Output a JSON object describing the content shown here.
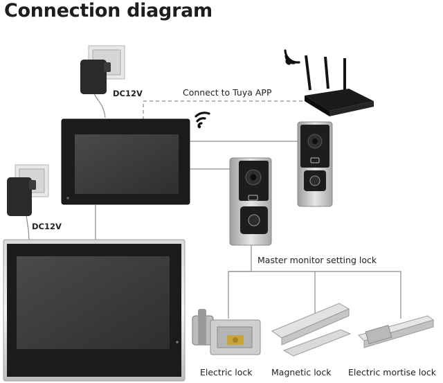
{
  "title": "Connection diagram",
  "labels": {
    "power_top": "DC12V",
    "power_bottom": "DC12V",
    "tuya": "Connect to Tuya APP",
    "master_lock": "Master monitor setting lock",
    "electric_lock": "Electric lock",
    "magnetic_lock": "Magnetic lock",
    "mortise_lock": "Electric mortise lock"
  },
  "colors": {
    "text": "#1e1e1e",
    "line": "#8a8a8a",
    "monitor": "#1b1b1b",
    "screen": "#3a3a3a",
    "silver": "#c9c9c9",
    "router": "#141414"
  },
  "icons": [
    "wall-socket-icon",
    "power-adapter-icon",
    "wifi-icon",
    "router-icon",
    "doorbell-icon"
  ]
}
